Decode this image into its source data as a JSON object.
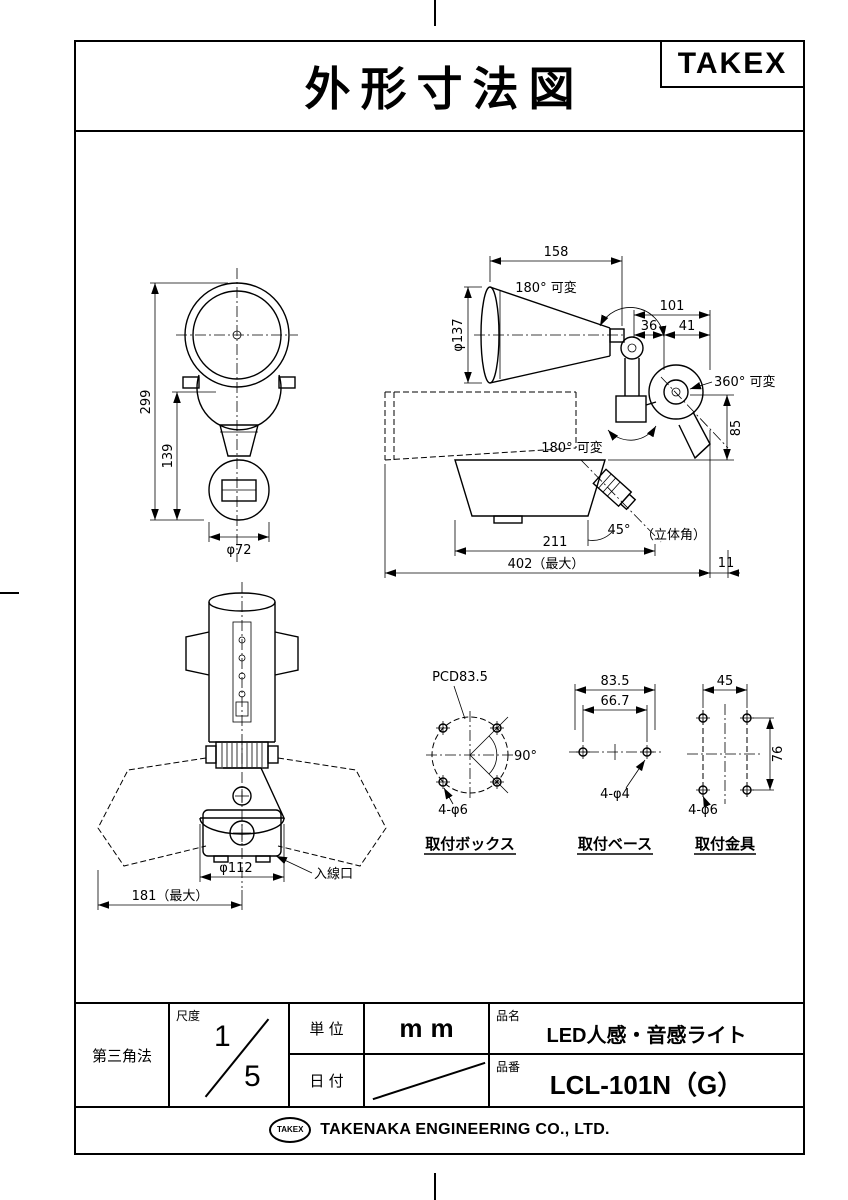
{
  "title": "外形寸法図",
  "brand": "TAKEX",
  "front_view": {
    "dim_height_total": "299",
    "dim_height_lower": "139",
    "dim_sensor_dia": "φ72"
  },
  "side_view": {
    "dim_head_len": "158",
    "dim_head_dia": "φ137",
    "label_rotate_head": "180° 可変",
    "dim_101": "101",
    "dim_36": "36",
    "dim_41": "41",
    "label_rotate_360": "360° 可変",
    "dim_85": "85",
    "label_rotate_arm": "180° 可変",
    "label_45": "45°",
    "label_solid_angle": "（立体角）",
    "dim_211": "211",
    "dim_max_402": "402（最大）",
    "dim_11": "11"
  },
  "top_view": {
    "dim_base_dia": "φ112",
    "label_wire_entry": "入線口",
    "dim_max_181": "181（最大）"
  },
  "mount_box": {
    "pcd": "PCD83.5",
    "angle": "90°",
    "holes": "4-φ6",
    "title": "取付ボックス"
  },
  "mount_base": {
    "width_outer": "83.5",
    "width_holes": "66.7",
    "holes": "4-φ4",
    "title": "取付ベース"
  },
  "mount_bracket": {
    "width": "45",
    "height": "76",
    "holes": "4-φ6",
    "title": "取付金具"
  },
  "title_block": {
    "projection": "第三角法",
    "scale_label": "尺度",
    "scale_numerator": "1",
    "scale_denominator": "5",
    "unit_label": "単 位",
    "unit_value": "mm",
    "date_label": "日 付",
    "name_label": "品名",
    "name_value": "LED人感・音感ライト",
    "number_label": "品番",
    "number_value": "LCL-101N（G）"
  },
  "footer": {
    "logo": "TAKEX",
    "company": "TAKENAKA ENGINEERING CO., LTD."
  }
}
